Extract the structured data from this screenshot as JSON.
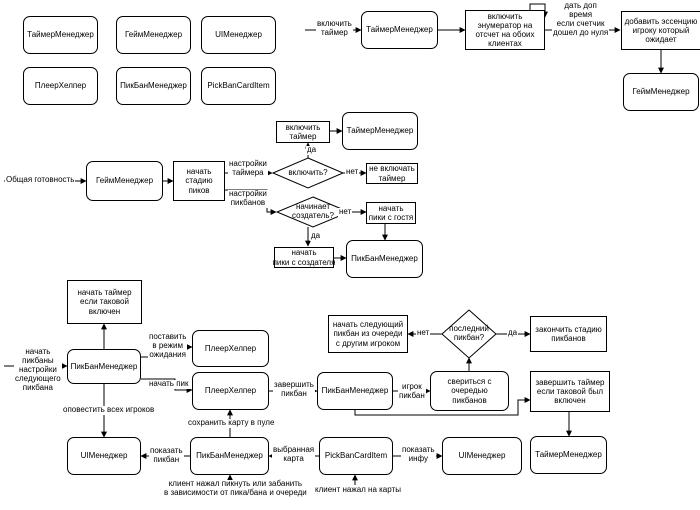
{
  "components": {
    "timer_manager": "ТаймерМенеджер",
    "game_manager": "ГеймМенеджер",
    "ui_manager": "UIМенеджер",
    "player_helper": "ПлеерХелпер",
    "pickban_manager": "ПикБанМенеджер",
    "pickban_card_item": "PickBanCardItem"
  },
  "timer_flow": {
    "enable_timer_label": "включить\nтаймер",
    "timer_manager": "ТаймерМенеджер",
    "enable_enumerator": "включить\nэнумератор на\nотсчет на обоих\nклиентах",
    "extra_time_label": "дать доп\nвремя\nесли счетчик\nдошел до нуля",
    "add_essence": "добавить эссенцию\nигроку который\nожидает",
    "game_manager": "ГеймМенеджер"
  },
  "pick_stage_flow": {
    "ready_label": "Общая готовность",
    "game_manager": "ГеймМенеджер",
    "start_pick_stage": "начать\nстадию\nпиков",
    "timer_settings_label": "настройки\nтаймера",
    "pickban_settings_label": "настройки\nпикбанов",
    "enable_question": "включить?",
    "yes_label_1": "да",
    "no_label_1": "нет",
    "enable_timer_box": "включить\nтаймер",
    "timer_manager": "ТаймерМенеджер",
    "dont_enable_timer": "не включать\nтаймер",
    "creator_question": "начинает\nсоздатель?",
    "no_label_2": "нет",
    "yes_label_2": "да",
    "guest_picks": "начать\nпики с гостя",
    "creator_picks": "начать\nпики с создателя",
    "pickban_manager": "ПикБанМенеджер"
  },
  "pick_loop_flow": {
    "start_timer_if_enabled": "начать таймер\nесли таковой\nвключен",
    "start_pickbans_label": "начать\nпикбаны\nнастройки\nследующего\nпикбана",
    "pickban_manager_main": "ПикБанМенеджер",
    "wait_mode_label": "поставить\nв режим\nожидания",
    "player_helper_wait": "ПлеерХелпер",
    "start_pick_label": "начать пик",
    "player_helper_pick": "ПлеерХелпер",
    "notify_all_label": "оповестить всех игроков",
    "finish_pickban_label": "завершить\nпикбан",
    "pickban_manager_check": "ПикБанМенеджер",
    "player_pickban_label": "игрок\nпикбан",
    "check_queue": "свериться с\nочередью\nпикбанов",
    "last_question": "последний\nпикбан?",
    "no_label": "нет",
    "yes_label": "да",
    "next_pickban": "начать следующий\nпикбан из очереди\nс другим игроком",
    "finish_stage": "закончить стадию\nпикбанов",
    "finish_timer": "завершить таймер\nесли таковой был\nвключен",
    "timer_manager": "ТаймерМенеджер",
    "save_card_label": "сохранить карту в пуле",
    "ui_manager_left": "UIМенеджер",
    "show_pickban_label": "показать\nпикбан",
    "pickban_manager_bottom": "ПикБанМенеджер",
    "selected_card_label": "выбранная\nкарта",
    "card_item": "PickBanCardItem",
    "show_info_label": "показать\nинфу",
    "ui_manager_right": "UIМенеджер",
    "client_pick_label": "клиент нажал пикнуть или забанить\nв зависимости от пика/бана и очереди",
    "client_card_label": "клиент нажал на карты"
  }
}
